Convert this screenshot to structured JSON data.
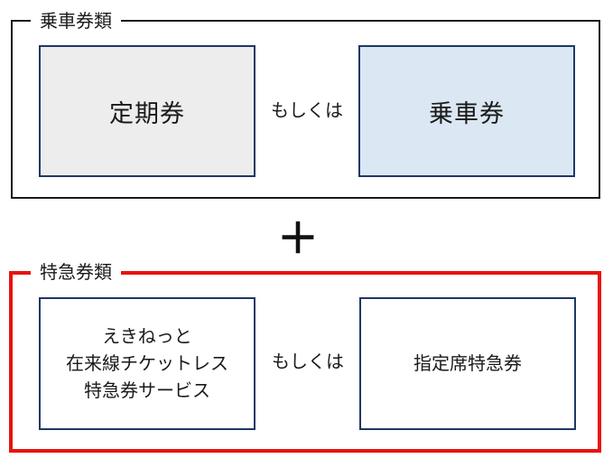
{
  "colors": {
    "frame_black": "#1a1a1a",
    "navy_border": "#1f3864",
    "gray_fill": "#ededed",
    "blue_fill": "#dbe7f3",
    "red_border": "#e8130e",
    "text_black": "#1a1a1a"
  },
  "groups": {
    "fare_tickets": {
      "label": "乗車券類",
      "left_box": "定期券",
      "connector": "もしくは",
      "right_box": "乗車券"
    },
    "express_tickets": {
      "label": "特急券類",
      "left_box_lines": [
        "えきねっと",
        "在来線チケットレス",
        "特急券サービス"
      ],
      "connector": "もしくは",
      "right_box": "指定席特急券"
    }
  },
  "plus_sign": "＋"
}
